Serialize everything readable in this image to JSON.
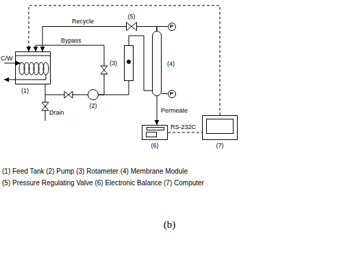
{
  "diagram": {
    "nodes": [
      {
        "text": [
          "(1)"
        ]
      },
      {
        "text": [
          "(2)"
        ]
      },
      {
        "text": [
          "(3)"
        ]
      },
      {
        "text": [
          "(4)"
        ]
      },
      {
        "text": [
          "(5)"
        ]
      },
      {
        "text": [
          "(6)"
        ]
      },
      {
        "text": [
          "(7)"
        ]
      },
      {
        "text": [
          "P"
        ]
      },
      {
        "text": [
          "P"
        ]
      }
    ],
    "edges": [
      {
        "from": 0,
        "to": 1,
        "arrow": "none"
      },
      {
        "from": 1,
        "to": 2,
        "arrow": "none"
      },
      {
        "from": 1,
        "to": 0,
        "label": "Bypass",
        "arrow": "to"
      },
      {
        "from": 2,
        "to": 3,
        "arrow": "none"
      },
      {
        "from": 3,
        "to": 4,
        "arrow": "none"
      },
      {
        "from": 4,
        "to": 0,
        "label": "Recycle",
        "arrow": "to"
      },
      {
        "from": 3,
        "to": 5,
        "label": "Permeate",
        "arrow": "to"
      },
      {
        "from": 5,
        "to": 6,
        "label": "RS-232C",
        "arrow": "none"
      },
      {
        "from": 6,
        "to": 0,
        "arrow": "to"
      },
      {
        "from": 3,
        "to": 7,
        "arrow": "none"
      },
      {
        "from": 3,
        "to": 8,
        "arrow": "none"
      }
    ],
    "labels": [
      "C/W",
      "Drain",
      "(1) Feed Tank (2) Pump (3) Rotameter (4) Membrane Module",
      "(5) Pressure Regulating Valve (6) Electronic Balance (7) Computer",
      "(b)"
    ]
  }
}
